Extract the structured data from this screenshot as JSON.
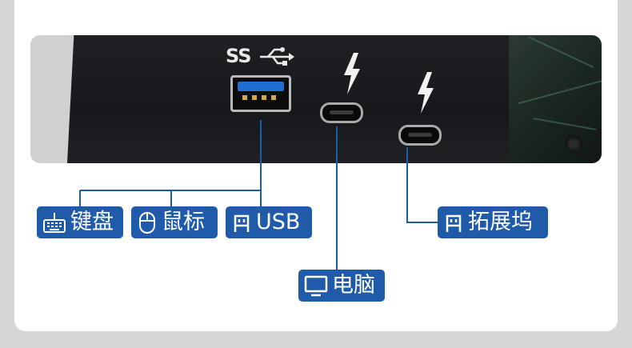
{
  "labels": {
    "keyboard": "键盘",
    "mouse": "鼠标",
    "usb": "USB",
    "dock": "拓展坞",
    "computer": "电脑"
  },
  "ports": {
    "usb_a_logo": "SS",
    "usb_c_icon": "thunderbolt-icon"
  },
  "colors": {
    "label_bg": "#1f5ba9",
    "line": "#1f5ba9",
    "usb_blue": "#1f6fd1"
  }
}
